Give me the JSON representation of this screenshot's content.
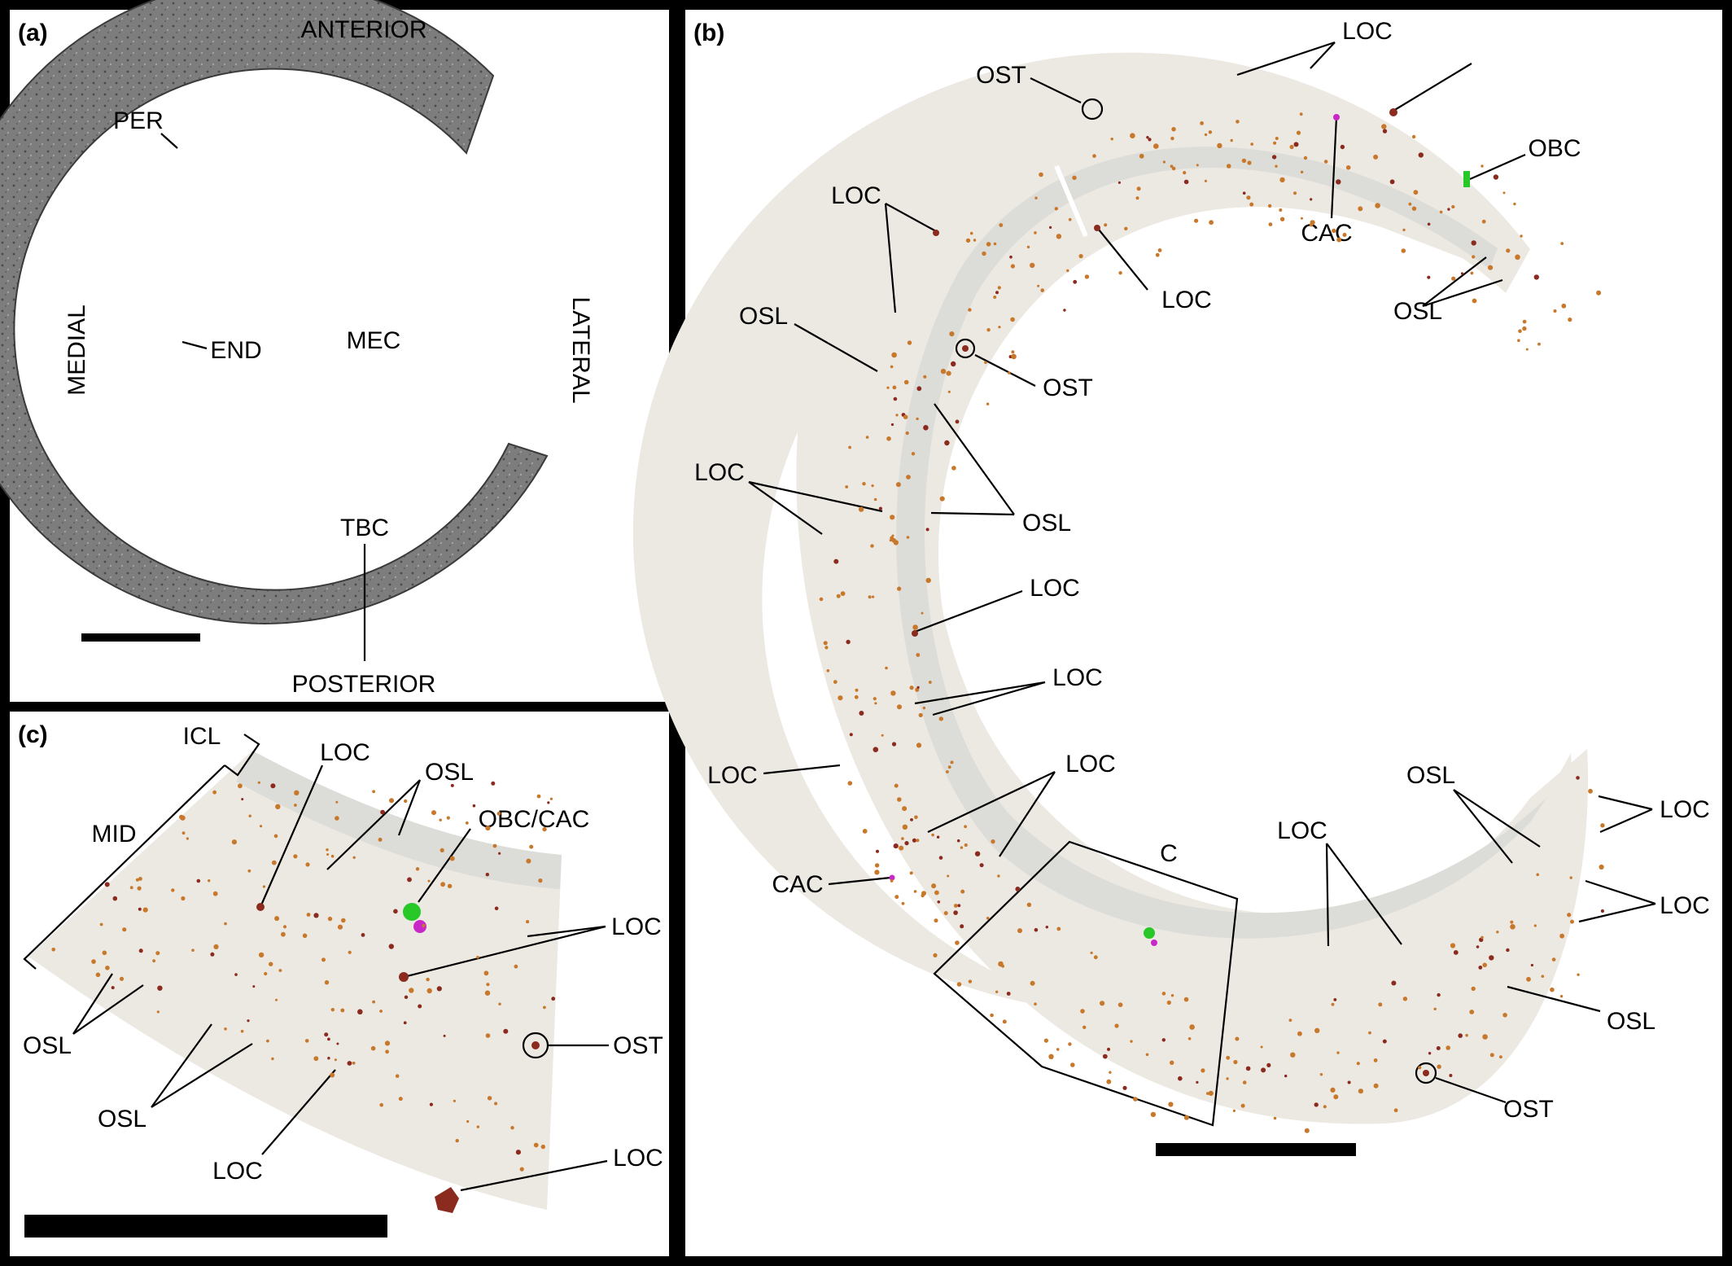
{
  "panels": {
    "a": {
      "label": "(a)",
      "anterior": "ANTERIOR",
      "posterior": "POSTERIOR",
      "medial": "MEDIAL",
      "lateral": "LATERAL",
      "per": "PER",
      "end": "END",
      "mec": "MEC",
      "tbc": "TBC"
    },
    "b": {
      "label": "(b)",
      "loc": "LOC",
      "ost": "OST",
      "osl": "OSL",
      "obc": "OBC",
      "cac": "CAC",
      "c": "C"
    },
    "c": {
      "label": "(c)",
      "icl": "ICL",
      "mid": "MID",
      "loc": "LOC",
      "osl": "OSL",
      "ost": "OST",
      "obc_cac": "OBC/CAC"
    }
  },
  "colors": {
    "section_gray": "#7a7a7a",
    "section_beige": "#ece8e2",
    "band_gray": "#dcdcd8",
    "lacuna_orange": "#c8782a",
    "lacuna_red": "#8b2a1e",
    "obc_green": "#28c828",
    "cac_magenta": "#c828c8"
  }
}
